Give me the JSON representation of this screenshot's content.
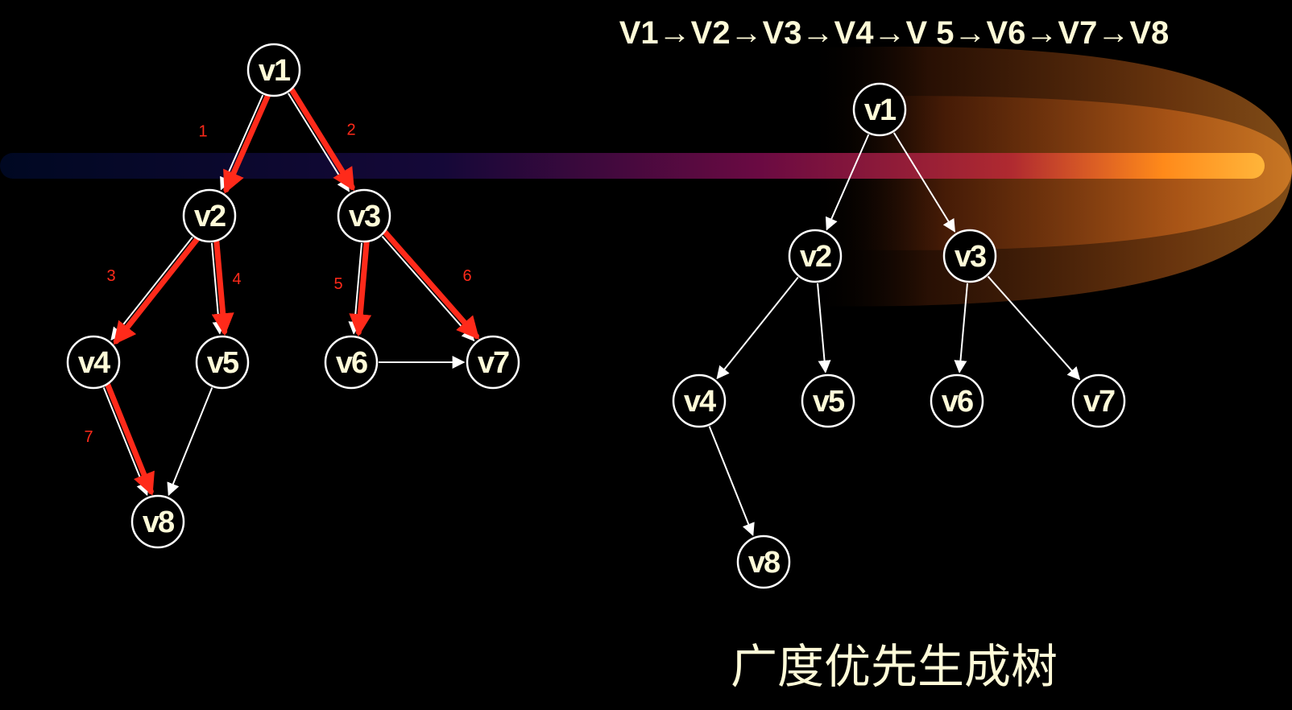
{
  "traversal_sequence": "V1→V2→V3→V4→V 5→V6→V7→V8",
  "caption": "广度优先生成树",
  "colors": {
    "background": "#000000",
    "node_stroke": "#ffffff",
    "node_text": "#fffbd8",
    "traversal_arrow": "#ff2a1a",
    "edge": "#ffffff"
  },
  "graph": {
    "nodes": [
      {
        "id": "v1",
        "label": "v1"
      },
      {
        "id": "v2",
        "label": "v2"
      },
      {
        "id": "v3",
        "label": "v3"
      },
      {
        "id": "v4",
        "label": "v4"
      },
      {
        "id": "v5",
        "label": "v5"
      },
      {
        "id": "v6",
        "label": "v6"
      },
      {
        "id": "v7",
        "label": "v7"
      },
      {
        "id": "v8",
        "label": "v8"
      }
    ],
    "edges": [
      {
        "from": "v1",
        "to": "v2"
      },
      {
        "from": "v1",
        "to": "v3"
      },
      {
        "from": "v2",
        "to": "v4"
      },
      {
        "from": "v2",
        "to": "v5"
      },
      {
        "from": "v3",
        "to": "v6"
      },
      {
        "from": "v3",
        "to": "v7"
      },
      {
        "from": "v6",
        "to": "v7"
      },
      {
        "from": "v4",
        "to": "v8"
      },
      {
        "from": "v5",
        "to": "v8"
      }
    ],
    "traversal_steps": [
      {
        "step": "1",
        "from": "v1",
        "to": "v2"
      },
      {
        "step": "2",
        "from": "v1",
        "to": "v3"
      },
      {
        "step": "3",
        "from": "v2",
        "to": "v4"
      },
      {
        "step": "4",
        "from": "v2",
        "to": "v5"
      },
      {
        "step": "5",
        "from": "v3",
        "to": "v6"
      },
      {
        "step": "6",
        "from": "v3",
        "to": "v7"
      },
      {
        "step": "7",
        "from": "v4",
        "to": "v8"
      }
    ]
  },
  "spanning_tree": {
    "nodes": [
      {
        "id": "v1",
        "label": "v1"
      },
      {
        "id": "v2",
        "label": "v2"
      },
      {
        "id": "v3",
        "label": "v3"
      },
      {
        "id": "v4",
        "label": "v4"
      },
      {
        "id": "v5",
        "label": "v5"
      },
      {
        "id": "v6",
        "label": "v6"
      },
      {
        "id": "v7",
        "label": "v7"
      },
      {
        "id": "v8",
        "label": "v8"
      }
    ],
    "edges": [
      {
        "from": "v1",
        "to": "v2"
      },
      {
        "from": "v1",
        "to": "v3"
      },
      {
        "from": "v2",
        "to": "v4"
      },
      {
        "from": "v2",
        "to": "v5"
      },
      {
        "from": "v3",
        "to": "v6"
      },
      {
        "from": "v3",
        "to": "v7"
      },
      {
        "from": "v4",
        "to": "v8"
      }
    ]
  }
}
